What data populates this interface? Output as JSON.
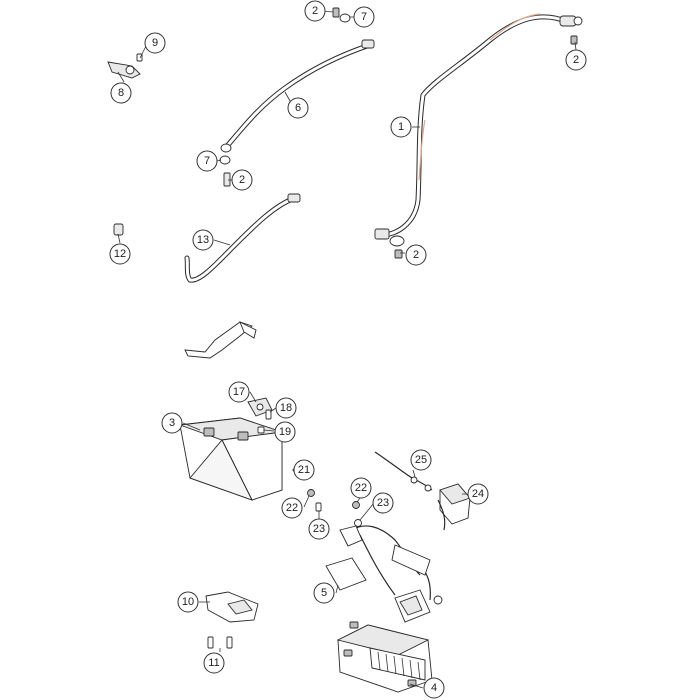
{
  "callouts": [
    {
      "id": "c1",
      "label": "1"
    },
    {
      "id": "c2a",
      "label": "2"
    },
    {
      "id": "c2b",
      "label": "2"
    },
    {
      "id": "c2c",
      "label": "2"
    },
    {
      "id": "c2d",
      "label": "2"
    },
    {
      "id": "c3",
      "label": "3"
    },
    {
      "id": "c4",
      "label": "4"
    },
    {
      "id": "c5",
      "label": "5"
    },
    {
      "id": "c6",
      "label": "6"
    },
    {
      "id": "c7a",
      "label": "7"
    },
    {
      "id": "c7b",
      "label": "7"
    },
    {
      "id": "c8",
      "label": "8"
    },
    {
      "id": "c9",
      "label": "9"
    },
    {
      "id": "c10",
      "label": "10"
    },
    {
      "id": "c11",
      "label": "11"
    },
    {
      "id": "c12",
      "label": "12"
    },
    {
      "id": "c13",
      "label": "13"
    },
    {
      "id": "c17",
      "label": "17"
    },
    {
      "id": "c18",
      "label": "18"
    },
    {
      "id": "c19",
      "label": "19"
    },
    {
      "id": "c21",
      "label": "21"
    },
    {
      "id": "c22a",
      "label": "22"
    },
    {
      "id": "c22b",
      "label": "22"
    },
    {
      "id": "c23a",
      "label": "23"
    },
    {
      "id": "c23b",
      "label": "23"
    },
    {
      "id": "c24",
      "label": "24"
    },
    {
      "id": "c25",
      "label": "25"
    }
  ]
}
